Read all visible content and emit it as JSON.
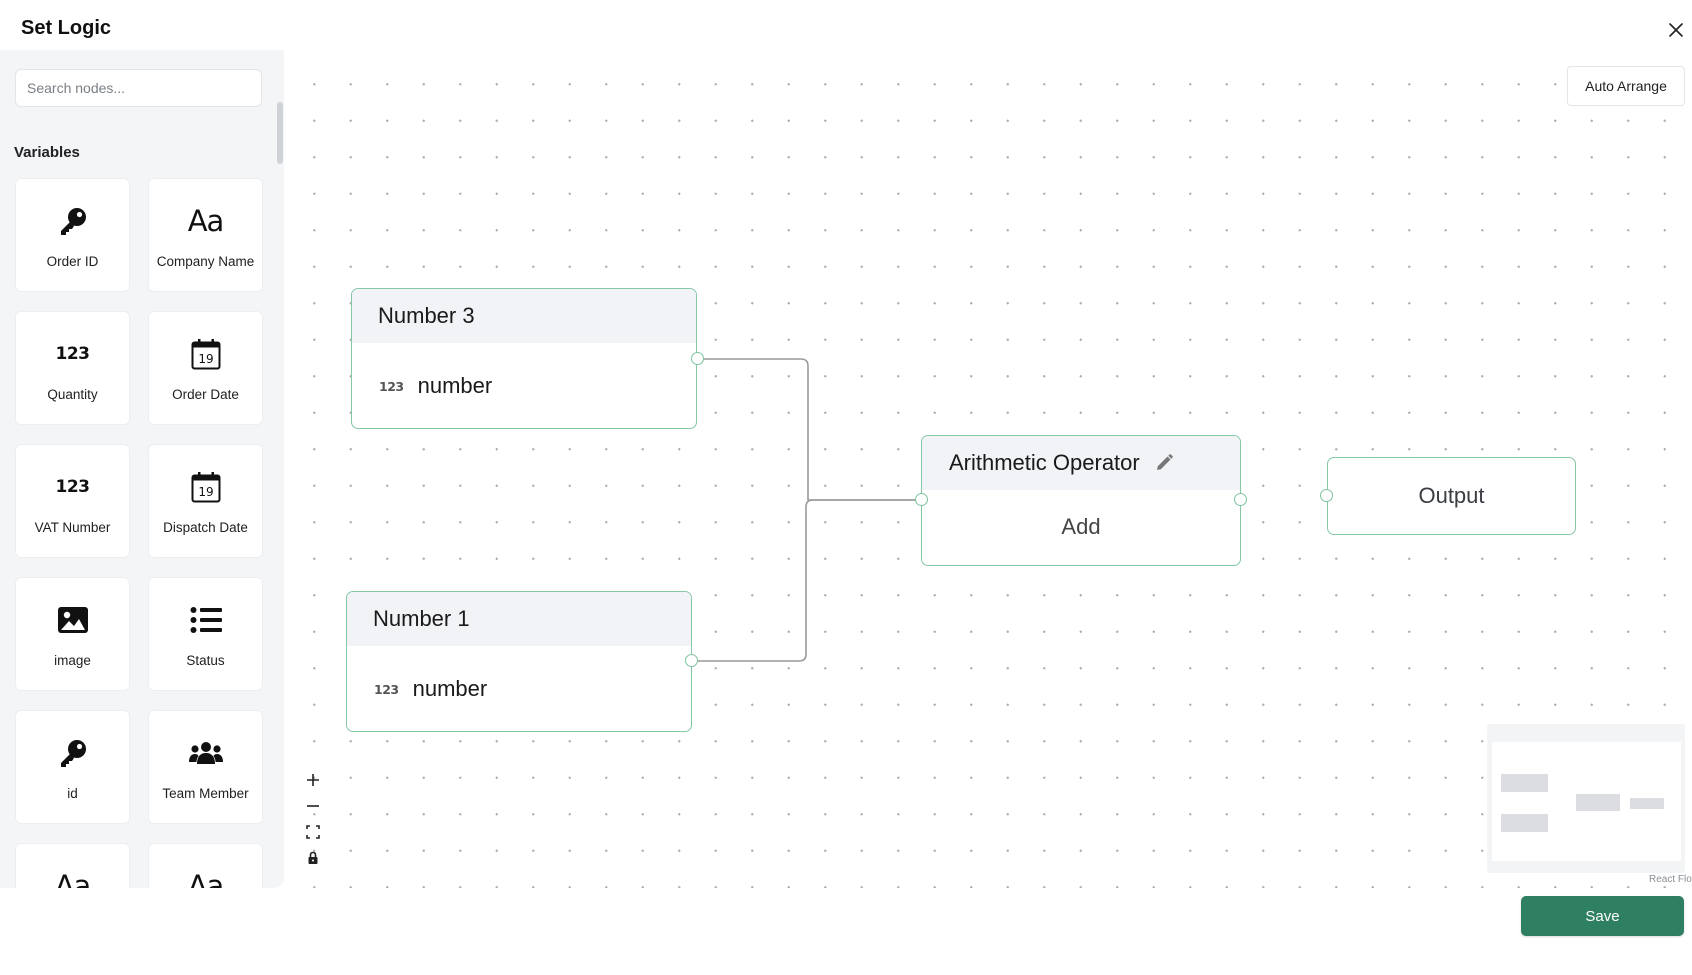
{
  "dialog": {
    "title": "Set Logic"
  },
  "sidebar": {
    "search_placeholder": "Search nodes...",
    "heading": "Variables",
    "variables": [
      {
        "label": "Order ID",
        "icon": "key-icon"
      },
      {
        "label": "Company Name",
        "icon": "text-icon",
        "icon_text": "Aa"
      },
      {
        "label": "Quantity",
        "icon": "number-icon",
        "icon_text": "123"
      },
      {
        "label": "Order Date",
        "icon": "calendar-icon",
        "icon_text": "19"
      },
      {
        "label": "VAT Number",
        "icon": "number-icon",
        "icon_text": "123"
      },
      {
        "label": "Dispatch Date",
        "icon": "calendar-icon",
        "icon_text": "19"
      },
      {
        "label": "image",
        "icon": "image-icon"
      },
      {
        "label": "Status",
        "icon": "list-icon"
      },
      {
        "label": "id",
        "icon": "key-icon"
      },
      {
        "label": "Team Member",
        "icon": "users-icon"
      },
      {
        "label": "",
        "icon": "text-icon",
        "icon_text": "Aa"
      },
      {
        "label": "",
        "icon": "text-icon",
        "icon_text": "Aa"
      }
    ]
  },
  "toolbar": {
    "auto_arrange": "Auto Arrange"
  },
  "nodes": {
    "number3": {
      "title": "Number 3",
      "type_icon": "123",
      "value": "number"
    },
    "number1": {
      "title": "Number 1",
      "type_icon": "123",
      "value": "number"
    },
    "operator": {
      "title": "Arithmetic Operator",
      "operation": "Add"
    },
    "output": {
      "title": "Output"
    }
  },
  "attribution": "React Flow",
  "footer": {
    "save_label": "Save"
  },
  "colors": {
    "accent": "#2f7f62",
    "node_border": "#86c7a6",
    "handle": "#7ec49f",
    "edge": "#9a9a9a"
  }
}
